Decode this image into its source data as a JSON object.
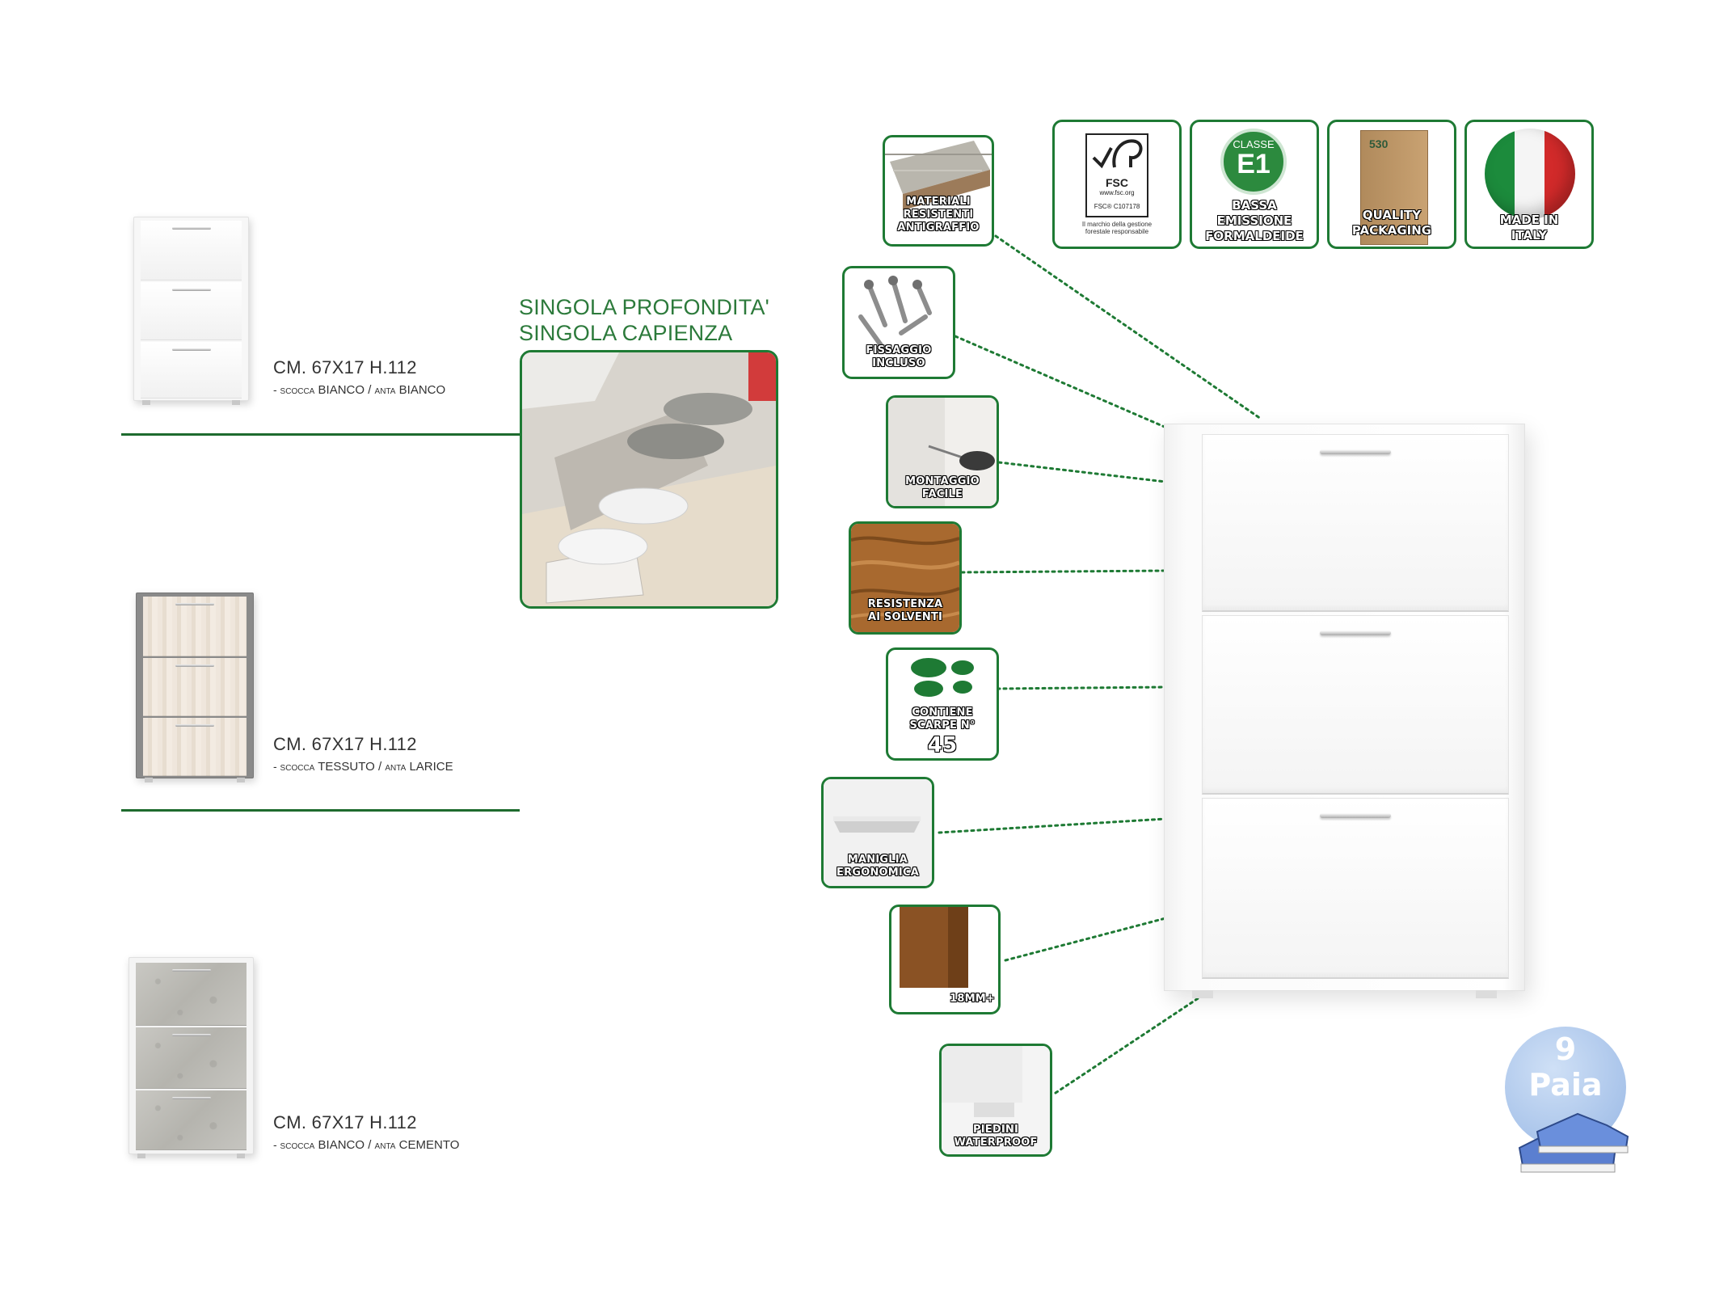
{
  "variants": [
    {
      "dimensions": "CM. 67X17 H.112",
      "body_label": "- scocca",
      "body_value": "BIANCO",
      "door_label": "anta",
      "door_value": "BIANCO"
    },
    {
      "dimensions": "CM. 67X17 H.112",
      "body_label": "- scocca",
      "body_value": "TESSUTO",
      "door_label": "anta",
      "door_value": "LARICE"
    },
    {
      "dimensions": "CM. 67X17 H.112",
      "body_label": "- scocca",
      "body_value": "BIANCO",
      "door_label": "anta",
      "door_value": "CEMENTO"
    }
  ],
  "feature_block": {
    "title_line1": "SINGOLA PROFONDITA'",
    "title_line2": "SINGOLA CAPIENZA"
  },
  "certifications": [
    {
      "icon": "fsc-logo-icon",
      "brand": "FSC",
      "url": "www.fsc.org",
      "code": "FSC® C107178",
      "note": "Il marchio della gestione forestale responsabile"
    },
    {
      "icon": "classe-e1-icon",
      "badge_top": "CLASSE",
      "badge_main": "E1",
      "label": "BASSA\nEMISSIONE\nFORMALDEIDE"
    },
    {
      "icon": "packaging-box-icon",
      "box_code": "530",
      "label": "QUALITY\nPACKAGING"
    },
    {
      "icon": "italy-flag-icon",
      "label": "MADE IN\nITALY"
    }
  ],
  "features": [
    {
      "icon": "wood-layers-icon",
      "label": "MATERIALI\nRESISTENTI\nANTIGRAFFIO"
    },
    {
      "icon": "screws-icon",
      "label": "FISSAGGIO\nINCLUSO"
    },
    {
      "icon": "screwdriver-icon",
      "label": "MONTAGGIO\nFACILE"
    },
    {
      "icon": "wood-grain-icon",
      "label": "RESISTENZA\nAI SOLVENTI"
    },
    {
      "icon": "footprints-icon",
      "label": "CONTIENE\nSCARPE N°",
      "number": "45"
    },
    {
      "icon": "handle-icon",
      "label": "MANIGLIA\nERGONOMICA"
    },
    {
      "icon": "panel-thickness-icon",
      "label": "18MM+"
    },
    {
      "icon": "waterproof-feet-icon",
      "label": "PIEDINI\nWATERPROOF"
    }
  ],
  "badge": {
    "number": "9",
    "word": "Paia"
  },
  "colors": {
    "accent_green": "#1e7a34",
    "title_green": "#2c7a3b",
    "badge_blue": "#a9c4ea"
  }
}
